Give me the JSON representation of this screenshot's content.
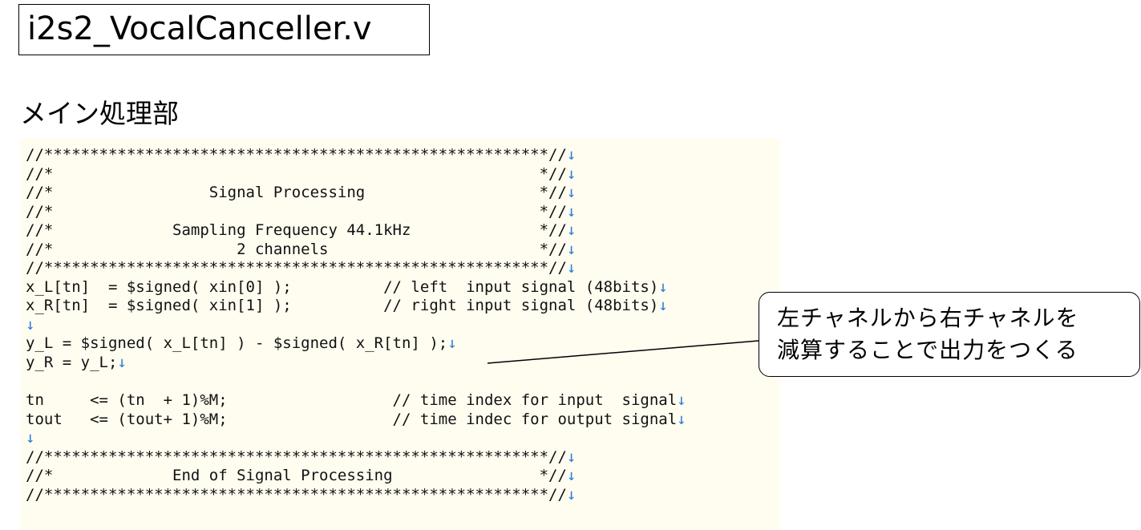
{
  "title": "i2s2_VocalCanceller.v",
  "section_heading": "メイン処理部",
  "eol_marker": "↓",
  "code_lines": [
    "//*******************************************************//",
    "//*                                                     *//",
    "//*                 Signal Processing                   *//",
    "//*                                                     *//",
    "//*             Sampling Frequency 44.1kHz              *//",
    "//*                    2 channels                       *//",
    "//*******************************************************//",
    "x_L[tn]  = $signed( xin[0] );          // left  input signal (48bits)",
    "x_R[tn]  = $signed( xin[1] );          // right input signal (48bits)",
    "",
    "y_L = $signed( x_L[tn] ) - $signed( x_R[tn] );",
    "y_R = y_L;",
    null,
    "tn     <= (tn  + 1)%M;                  // time index for input  signal",
    "tout   <= (tout+ 1)%M;                  // time indec for output signal",
    "",
    "//*******************************************************//",
    "//*             End of Signal Processing                *//",
    "//*******************************************************//"
  ],
  "callout": {
    "line1": "左チャネルから右チャネルを",
    "line2": "減算することで出力をつくる"
  }
}
